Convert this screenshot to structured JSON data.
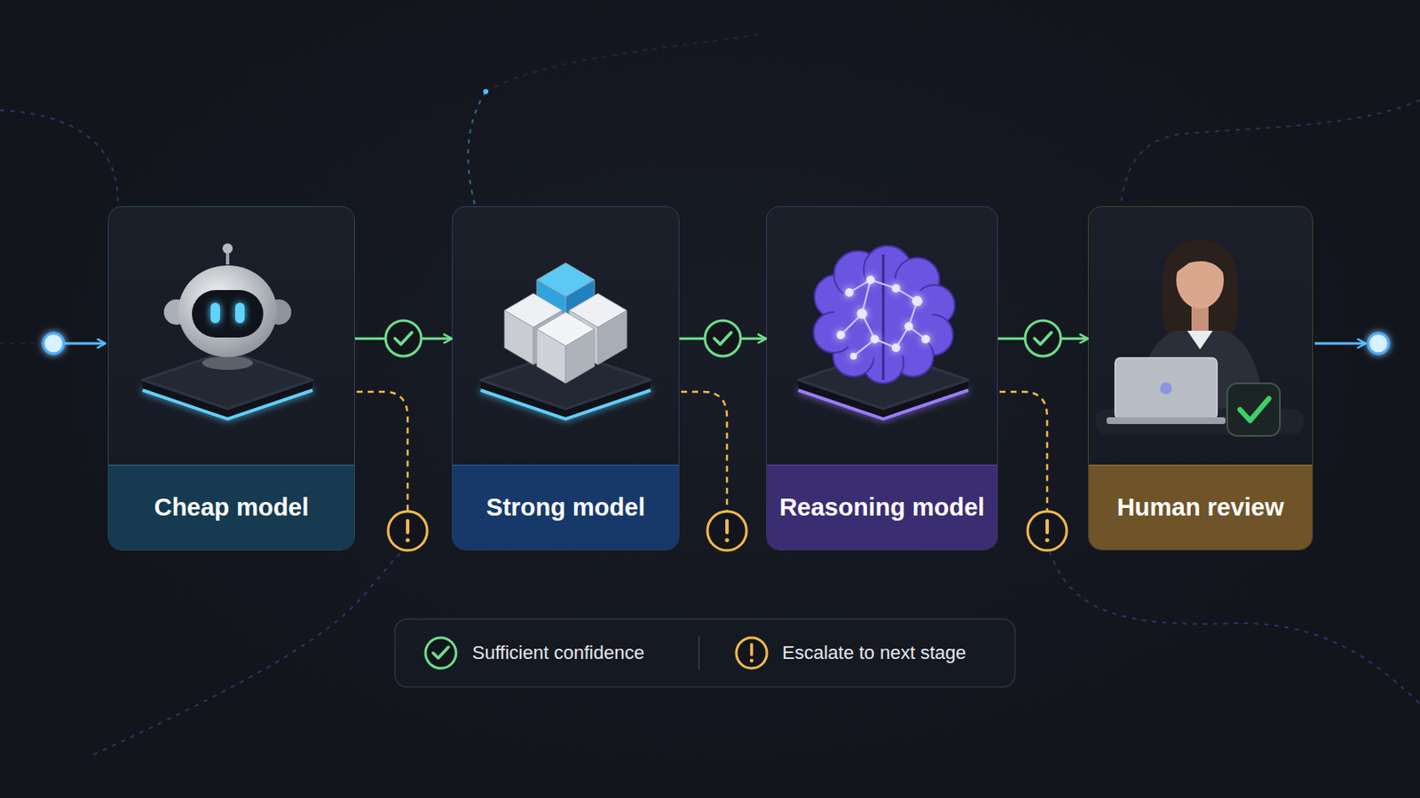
{
  "diagram": {
    "nodes": [
      {
        "text": [
          "Cheap model"
        ]
      },
      {
        "text": [
          "Strong model"
        ]
      },
      {
        "text": [
          "Reasoning model"
        ]
      },
      {
        "text": [
          "Human review"
        ]
      }
    ],
    "edges": [
      {
        "from": 0,
        "to": 1,
        "arrow": "to"
      },
      {
        "from": 1,
        "to": 2,
        "arrow": "to"
      },
      {
        "from": 2,
        "to": 3,
        "arrow": "to"
      }
    ],
    "legend": [
      {
        "text": "Sufficient confidence"
      },
      {
        "text": "Escalate to next stage"
      }
    ]
  }
}
